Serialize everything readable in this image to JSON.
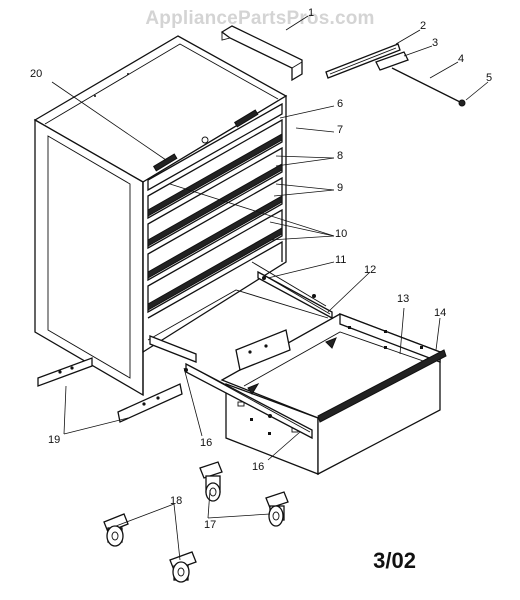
{
  "watermark": "AppliancePartsPros.com",
  "revision": "3/02",
  "callouts": {
    "c1": "1",
    "c2": "2",
    "c3": "3",
    "c4": "4",
    "c5": "5",
    "c6": "6",
    "c7": "7",
    "c8": "8",
    "c9": "9",
    "c10": "10",
    "c11": "11",
    "c12": "12",
    "c13": "13",
    "c14": "14",
    "c16a": "16",
    "c16b": "16",
    "c17": "17",
    "c18": "18",
    "c19": "19",
    "c20": "20"
  }
}
